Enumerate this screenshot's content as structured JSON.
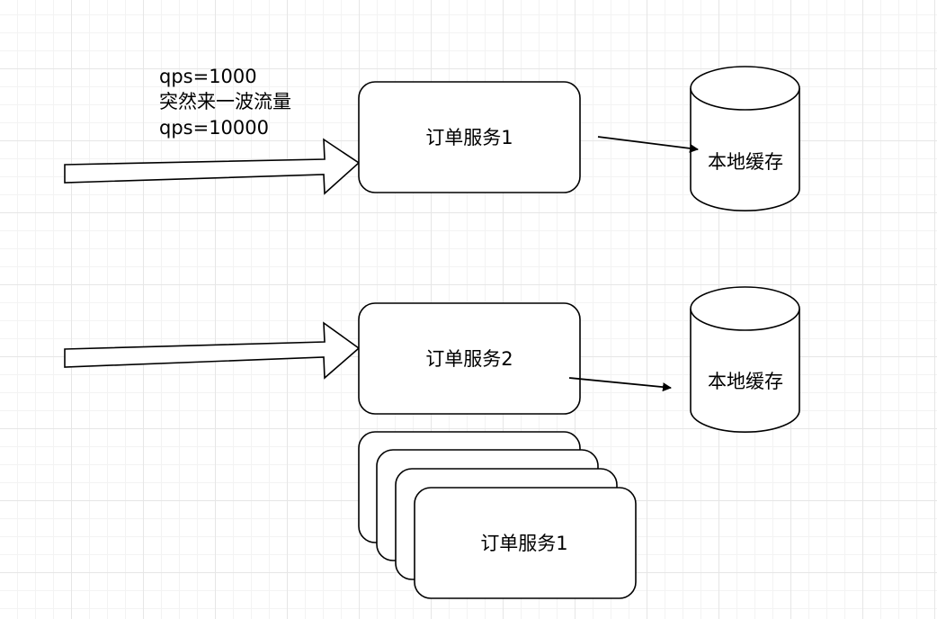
{
  "annotation": {
    "lines": [
      "qps=1000",
      "突然来一波流量",
      "qps=10000"
    ]
  },
  "services": {
    "top": "订单服务1",
    "middle": "订单服务2",
    "stack_front": "订单服务1"
  },
  "caches": {
    "top": "本地缓存",
    "bottom": "本地缓存"
  }
}
